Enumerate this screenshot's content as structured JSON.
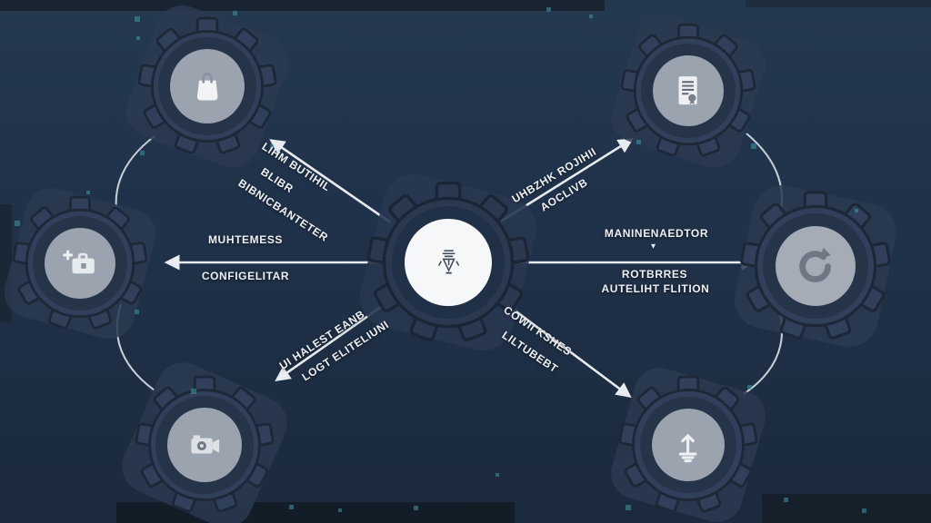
{
  "title": "gear-process-diagram",
  "colors": {
    "background_top": "#24384f",
    "background_bottom": "#1b2a3d",
    "gear_body": "#31405a",
    "gear_dark_ring": "#26344a",
    "satellite_disc": "#9aa3ae",
    "center_disc": "#f6f7f8",
    "arrow": "#e8ebef",
    "label": "#edf0f4",
    "accent_teal": "#3f98a4"
  },
  "center_node": {
    "id": "center",
    "icon": "crest-icon"
  },
  "nodes": [
    {
      "id": "top-left",
      "icon": "shopping-bag-icon"
    },
    {
      "id": "mid-left",
      "icon": "toolbox-plus-icon"
    },
    {
      "id": "bottom-left",
      "icon": "camera-icon"
    },
    {
      "id": "top-right",
      "icon": "report-document-icon"
    },
    {
      "id": "mid-right",
      "icon": "refresh-arrow-icon"
    },
    {
      "id": "bottom-right",
      "icon": "ground-arrow-icon"
    }
  ],
  "edges": {
    "top_left": {
      "lines": [
        "LIHM BUTIHIL",
        "BLIBR",
        "BIBNICBANTETER"
      ]
    },
    "left": {
      "lines": [
        "MUHTEMESS",
        "CONFIGELITAR"
      ]
    },
    "bottom_left": {
      "lines": [
        "UI HALEST EANB",
        "LOGT ELITELIUNI"
      ]
    },
    "top_right": {
      "lines": [
        "UHBZHK ROJIHII",
        "AOCLIVB"
      ]
    },
    "right": {
      "lines": [
        "MANINENAEDTOR",
        "ROTBRRES",
        "AUTELIHT FLITION"
      ],
      "caret": "▾"
    },
    "bottom_right": {
      "lines": [
        "COWII KSHES",
        "LILTUBEBT"
      ]
    }
  }
}
